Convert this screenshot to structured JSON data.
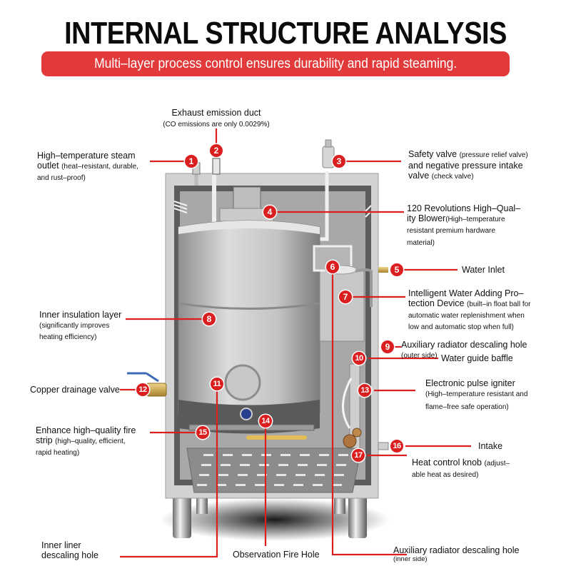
{
  "header": {
    "title": "INTERNAL STRUCTURE ANALYSIS",
    "subtitle": "Multi–layer process control ensures durability and rapid steaming."
  },
  "colors": {
    "accent": "#e23a3a",
    "marker": "#d91f1f",
    "leader": "#d91f1f"
  },
  "callouts": [
    {
      "number": "1",
      "title": "High–temperature steam outlet",
      "detail": "(heat–resistant, durable, and rust–proof)"
    },
    {
      "number": "2",
      "title": "Exhaust emission duct",
      "detail": "(CO emissions are only 0.0029%)"
    },
    {
      "number": "3",
      "title": "Safety valve",
      "detail": "(pressure relief valve)",
      "title2": "and negative pressure intake valve",
      "detail2": "(check valve)"
    },
    {
      "number": "4",
      "title": "120 Revolutions High–Quality Blower",
      "detail": "(High–temperature resistant premium hardware material)"
    },
    {
      "number": "5",
      "title": "Water Inlet",
      "detail": ""
    },
    {
      "number": "6",
      "title": "Auxiliary radiator descaling hole",
      "detail": "(inner side)"
    },
    {
      "number": "7",
      "title": "Intelligent Water Adding Protection Device",
      "detail": "(built–in float ball for automatic water replenishment when low and automatic stop when full)"
    },
    {
      "number": "8",
      "title": "Inner insulation layer",
      "detail": "(significantly improves heating efficiency)"
    },
    {
      "number": "9",
      "title": "Auxiliary radiator descaling hole",
      "detail": "(outer side)"
    },
    {
      "number": "10",
      "title": "Water guide baffle",
      "detail": ""
    },
    {
      "number": "11",
      "title": "Inner liner descaling hole",
      "detail": ""
    },
    {
      "number": "12",
      "title": "Copper drainage valve",
      "detail": ""
    },
    {
      "number": "13",
      "title": "Electronic pulse igniter",
      "detail": "(High–temperature resistant and flame–free safe operation)"
    },
    {
      "number": "14",
      "title": "Observation Fire Hole",
      "detail": ""
    },
    {
      "number": "15",
      "title": "Enhance high–quality fire strip",
      "detail": "(high–quality, efficient, rapid heating)"
    },
    {
      "number": "16",
      "title": "Intake",
      "detail": ""
    },
    {
      "number": "17",
      "title": "Heat control knob",
      "detail": "(adjustable heat as desired)"
    }
  ],
  "labels": {
    "c1_line1": "High–temperature steam",
    "c1_line2": "outlet",
    "c1_detail_a": "(heat–resistant, durable,",
    "c1_detail_b": "and rust–proof)",
    "c2_title": "Exhaust emission duct",
    "c2_detail": "(CO emissions are only 0.0029%)",
    "c3_line1": "Safety valve",
    "c3_detail1": "(pressure relief valve)",
    "c3_line2": "and negative pressure intake",
    "c3_line3": "valve",
    "c3_detail2": "(check valve)",
    "c4_line1": "120 Revolutions High–Qual–",
    "c4_line2": "ity Blower",
    "c4_detail_a": "(High–temperature",
    "c4_detail_b": "resistant premium hardware",
    "c4_detail_c": "material)",
    "c5_title": "Water Inlet",
    "c7_line1": "Intelligent Water Adding Pro–",
    "c7_line2": "tection Device",
    "c7_detail_a": "(built–in float ball for",
    "c7_detail_b": "automatic water replenishment when",
    "c7_detail_c": "low and automatic stop when full)",
    "c8_title": "Inner insulation layer",
    "c8_detail_a": "(significantly improves",
    "c8_detail_b": "heating efficiency)",
    "c9_title": "Auxiliary radiator descaling hole",
    "c9_detail": "(outer side)",
    "c10_title": "Water guide baffle",
    "c12_title": "Copper drainage valve",
    "c13_title": "Electronic pulse igniter",
    "c13_detail_a": "(High–temperature resistant and",
    "c13_detail_b": "flame–free safe operation)",
    "c15_line1": "Enhance high–quality fire",
    "c15_line2": "strip",
    "c15_detail_a": "(high–quality, efficient,",
    "c15_detail_b": "rapid heating)",
    "c16_title": "Intake",
    "c17_line1": "Heat control knob",
    "c17_detail_a": "(adjust–",
    "c17_detail_b": "able heat as desired)",
    "c11_line1": "Inner liner",
    "c11_line2": "descaling hole",
    "c14_title": "Observation Fire Hole",
    "c6_title": "Auxiliary radiator descaling hole",
    "c6_detail": "(inner side)"
  }
}
